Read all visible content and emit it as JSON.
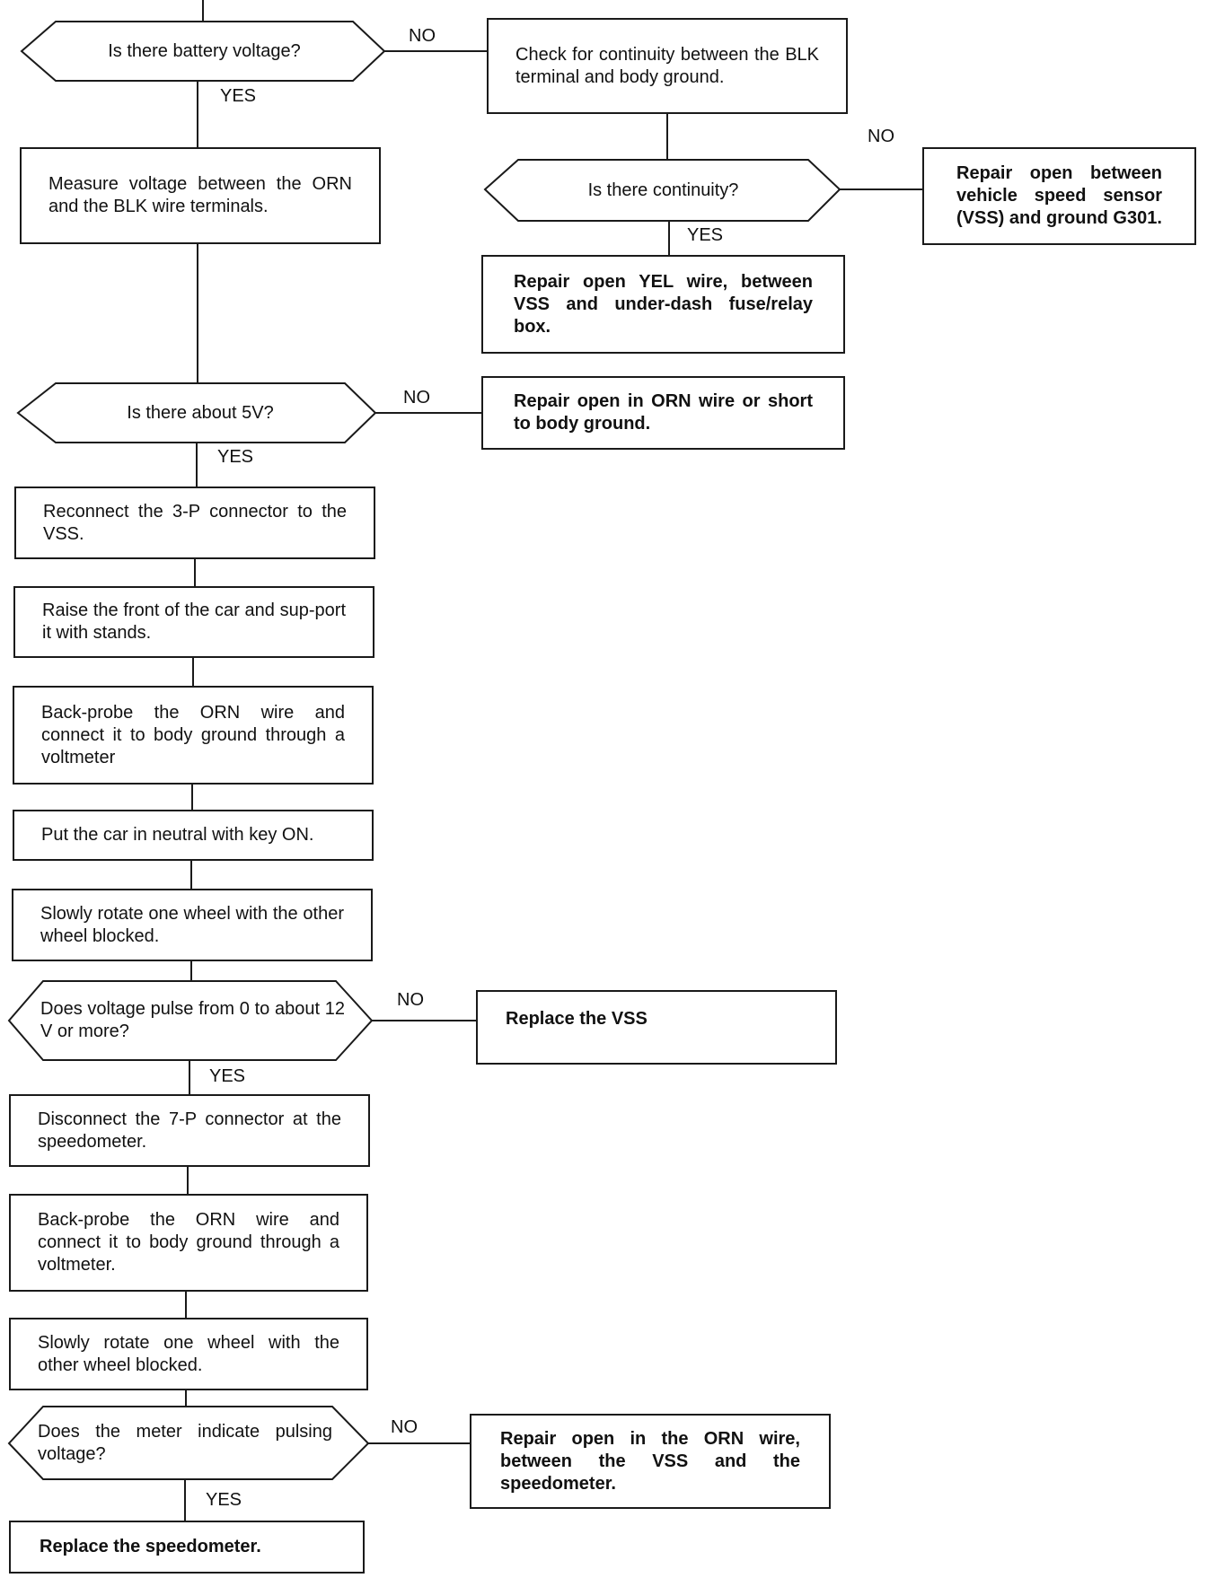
{
  "labels": {
    "yes": "YES",
    "no": "NO"
  },
  "nodes": {
    "battery_voltage_decision": "Is there battery voltage?",
    "check_continuity_blk": "Check for continuity between the BLK terminal and body ground.",
    "measure_voltage_orn_blk": "Measure voltage between the ORN and the BLK wire terminals.",
    "continuity_decision": "Is there continuity?",
    "repair_open_vss_ground": "Repair open between vehicle speed sensor (VSS) and ground G301.",
    "repair_open_yel_wire": "Repair open YEL wire, between VSS and under-dash fuse/relay box.",
    "about_5v_decision": "Is there about 5V?",
    "repair_open_orn_short": "Repair open in ORN wire or short to body ground.",
    "reconnect_3p": "Reconnect the 3-P connector to the VSS.",
    "raise_car": "Raise the front of the car and sup-port it with stands.",
    "backprobe_orn_1": "Back-probe the ORN wire and connect it to body ground through a voltmeter",
    "neutral_key_on": "Put the car in neutral with key ON.",
    "rotate_wheel_1": "Slowly rotate one wheel with the other wheel blocked.",
    "voltage_pulse_decision": "Does voltage pulse from 0 to about 12 V or more?",
    "replace_vss": "Replace the VSS",
    "disconnect_7p": "Disconnect the 7-P connector at the speedometer.",
    "backprobe_orn_2": "Back-probe the ORN wire and connect it to body ground through a voltmeter.",
    "rotate_wheel_2": "Slowly rotate one wheel with the other wheel blocked.",
    "meter_pulsing_decision": "Does the meter indicate pulsing voltage?",
    "repair_open_orn_speedometer": "Repair open in the ORN wire, between the VSS and the speedometer.",
    "replace_speedometer": "Replace the speedometer."
  }
}
